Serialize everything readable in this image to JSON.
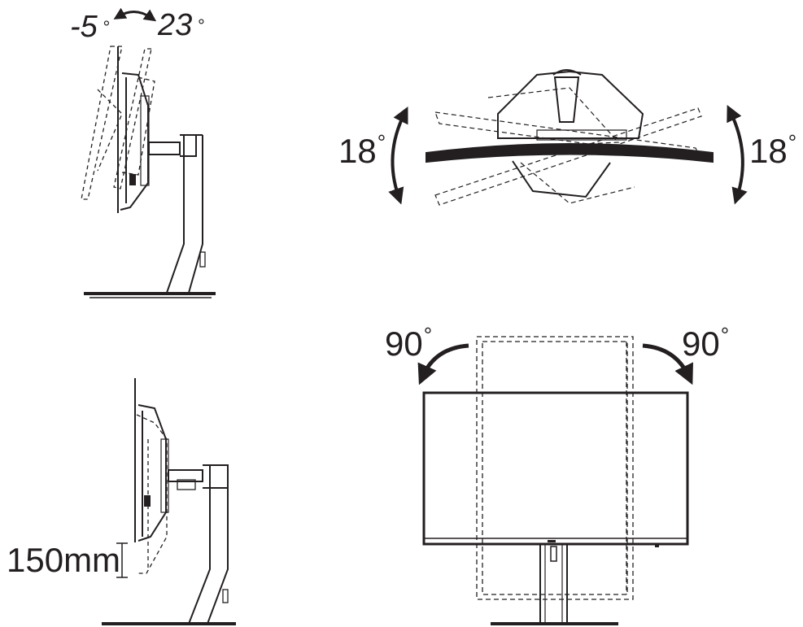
{
  "tilt": {
    "angle_min": "-5",
    "angle_max": "23",
    "degree_symbol": "°"
  },
  "swivel": {
    "angle_left": "18",
    "angle_right": "18",
    "degree_symbol": "°"
  },
  "height": {
    "range_label": "150mm"
  },
  "pivot": {
    "angle_left": "90",
    "angle_right": "90",
    "degree_symbol": "°"
  },
  "colors": {
    "line": "#231f20",
    "background": "#ffffff"
  },
  "icons": [
    "double-arrow-icon",
    "curved-arrow-icon",
    "dimension-bar-icon"
  ]
}
